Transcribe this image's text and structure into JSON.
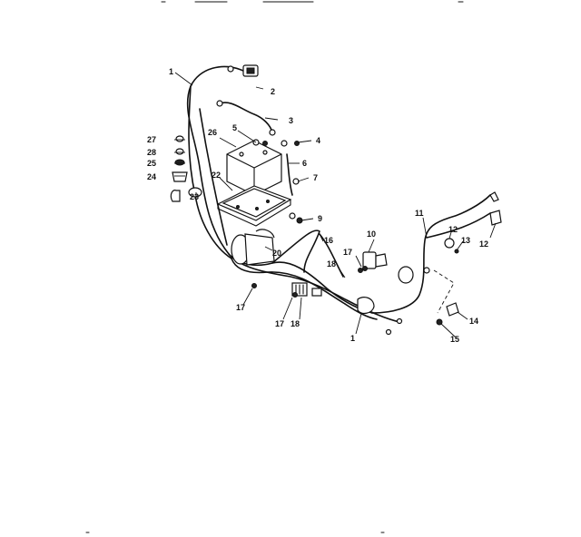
{
  "callouts": {
    "c1a": "1",
    "c1b": "1",
    "c2": "2",
    "c3": "3",
    "c4": "4",
    "c5": "5",
    "c6": "6",
    "c7": "7",
    "c9": "9",
    "c10": "10",
    "c11": "11",
    "c12a": "12",
    "c12b": "12",
    "c13": "13",
    "c14": "14",
    "c15": "15",
    "c16": "16",
    "c17a": "17",
    "c17b": "17",
    "c17c": "17",
    "c18a": "18",
    "c18b": "18",
    "c20": "20",
    "c22": "22",
    "c23": "23",
    "c24": "24",
    "c25": "25",
    "c26": "26",
    "c27": "27",
    "c28": "28"
  }
}
